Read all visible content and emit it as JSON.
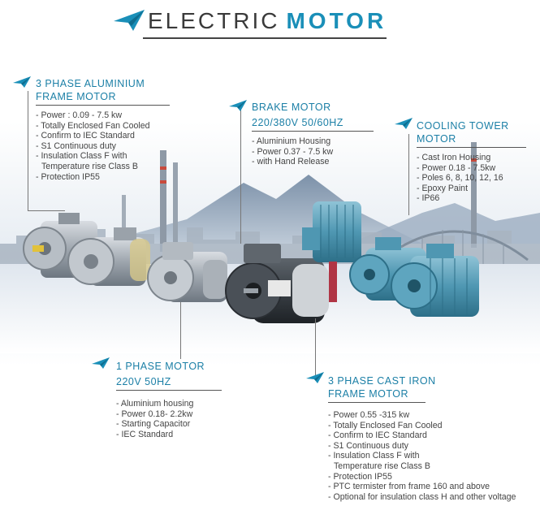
{
  "title": {
    "part1": "ELECTRIC",
    "part2": "MOTOR"
  },
  "blocks": {
    "aluminium": {
      "heading": [
        "3 PHASE ALUMINIUM",
        "FRAME MOTOR"
      ],
      "specs": [
        "Power : 0.09 - 7.5 kw",
        "Totally Enclosed Fan Cooled",
        "Confirm to IEC Standard",
        "S1 Continuous duty",
        "Insulation Class F with",
        "Temperature rise Class B",
        "Protection IP55"
      ]
    },
    "brake": {
      "heading": [
        "BRAKE MOTOR",
        "220/380V 50/60HZ"
      ],
      "specs": [
        "Aluminium Housing",
        "Power 0.37 - 7.5 kw",
        "with Hand Release"
      ]
    },
    "cooling": {
      "heading": [
        "COOLING TOWER",
        "MOTOR"
      ],
      "specs": [
        "Cast Iron Housing",
        "Power 0.18 - 7.5kw",
        "Poles 6, 8, 10, 12, 16",
        "Epoxy Paint",
        "IP66"
      ]
    },
    "single": {
      "heading": [
        "1 PHASE MOTOR",
        "220V 50HZ"
      ],
      "specs": [
        "Aluminium housing",
        "Power 0.18- 2.2kw",
        "Starting Capacitor",
        "IEC Standard"
      ]
    },
    "castiron": {
      "heading": [
        "3 PHASE CAST IRON",
        "FRAME MOTOR"
      ],
      "specs": [
        "Power 0.55 -315 kw",
        "Totally Enclosed Fan Cooled",
        "Confirm to IEC Standard",
        "S1 Continuous duty",
        "Insulation Class F with",
        "Temperature rise Class B",
        "Protection IP55",
        "PTC termister from frame 160 and above",
        "Optional for insulation class H and other voltage"
      ]
    }
  },
  "colors": {
    "accent": "#1a8fb8",
    "heading": "#1b7fa6",
    "text": "#444444",
    "sky": "#cfd9e4",
    "mountain": "#7f95ab"
  },
  "icons": {
    "bullet": "paper-plane-icon"
  }
}
